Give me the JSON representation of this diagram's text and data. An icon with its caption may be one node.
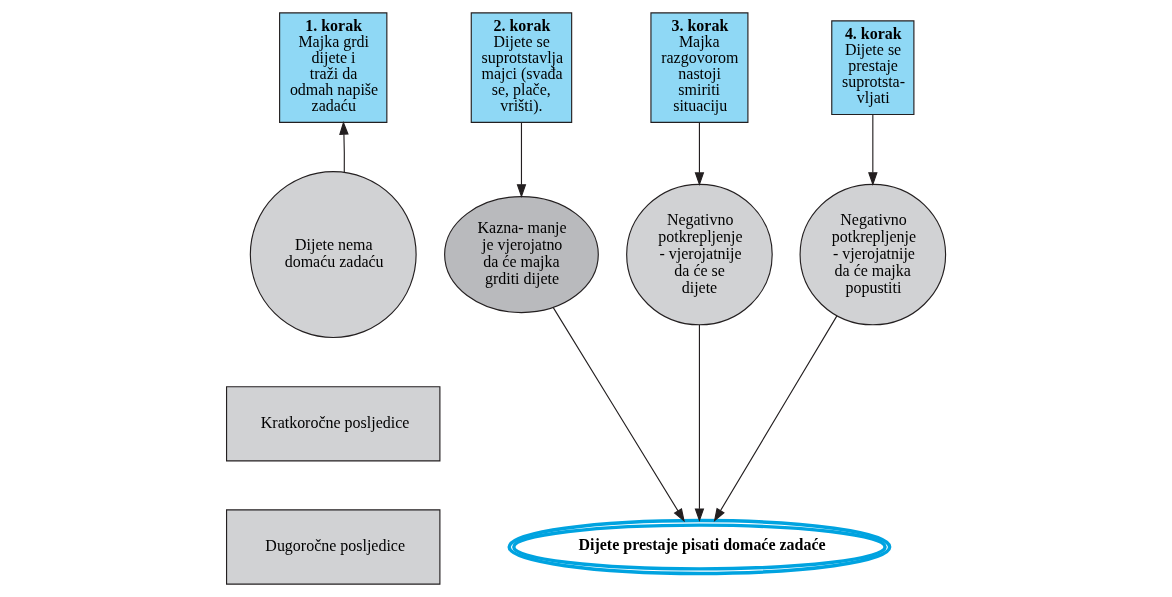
{
  "diagram": {
    "nodes": [
      {
        "text": [
          "1. korak",
          "Majka grdi dijete i traži da odmah napiše zadaću"
        ]
      },
      {
        "text": [
          "Dijete nema domaću zadaću"
        ]
      },
      {
        "text": [
          "Kratkoročne posljedice"
        ]
      },
      {
        "text": [
          "Dugoročne posljedice"
        ]
      },
      {
        "text": [
          "2. korak",
          "Dijete se suprotstavlja majci (svađa se, plače, vrišti)."
        ]
      },
      {
        "text": [
          "3. korak",
          "Majka razgovorom nastoji smiriti situaciju"
        ]
      },
      {
        "text": [
          "4. korak",
          "Dijete se prestaje suprotsta- vljati"
        ]
      },
      {
        "text": [
          "Kazna- manje je vjerojatno da će majka grditi dijete"
        ]
      },
      {
        "text": [
          "Negativno potkrepljenje - vjerojatnije da će se dijete"
        ]
      },
      {
        "text": [
          "Negativno potkrepljenje - vjerojatnije da će majka popustiti"
        ]
      },
      {
        "text": [
          "Dijete prestaje pisati domaće zadaće"
        ]
      }
    ],
    "edges": [
      {
        "from": 1,
        "to": 0,
        "arrow": "to"
      },
      {
        "from": 4,
        "to": 7,
        "arrow": "to"
      },
      {
        "from": 5,
        "to": 8,
        "arrow": "to"
      },
      {
        "from": 6,
        "to": 9,
        "arrow": "to"
      },
      {
        "from": 7,
        "to": 10,
        "arrow": "to"
      },
      {
        "from": 8,
        "to": 10,
        "arrow": "to"
      },
      {
        "from": 9,
        "to": 10,
        "arrow": "to"
      }
    ]
  }
}
